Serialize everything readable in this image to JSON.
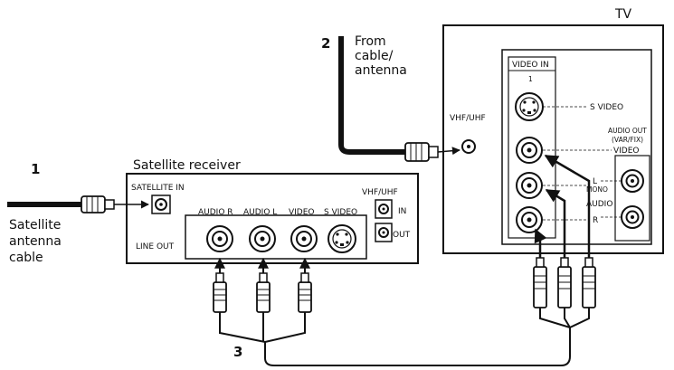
{
  "tv": {
    "title": "TV",
    "video_in": "VIDEO IN",
    "s_video_num": "1",
    "s_video": "S VIDEO",
    "video": "VIDEO",
    "audio_l": "L",
    "audio_mono": "MONO",
    "audio": "AUDIO",
    "audio_r": "R",
    "audio_out": "AUDIO OUT",
    "var_fix": "(VAR/FIX)",
    "vhf_uhf": "VHF/UHF"
  },
  "receiver": {
    "title": "Satellite receiver",
    "satellite_in": "SATELLITE IN",
    "line_out": "LINE OUT",
    "audio_r": "AUDIO R",
    "audio_l": "AUDIO L",
    "video": "VIDEO",
    "s_video": "S VIDEO",
    "vhf_uhf": "VHF/UHF",
    "in": "IN",
    "out": "OUT"
  },
  "callouts": {
    "step1": {
      "number": "1",
      "line1": "Satellite",
      "line2": "antenna",
      "line3": "cable"
    },
    "step2": {
      "number": "2",
      "line1": "From",
      "line2": "cable/",
      "line3": "antenna"
    },
    "step3": {
      "number": "3"
    }
  }
}
